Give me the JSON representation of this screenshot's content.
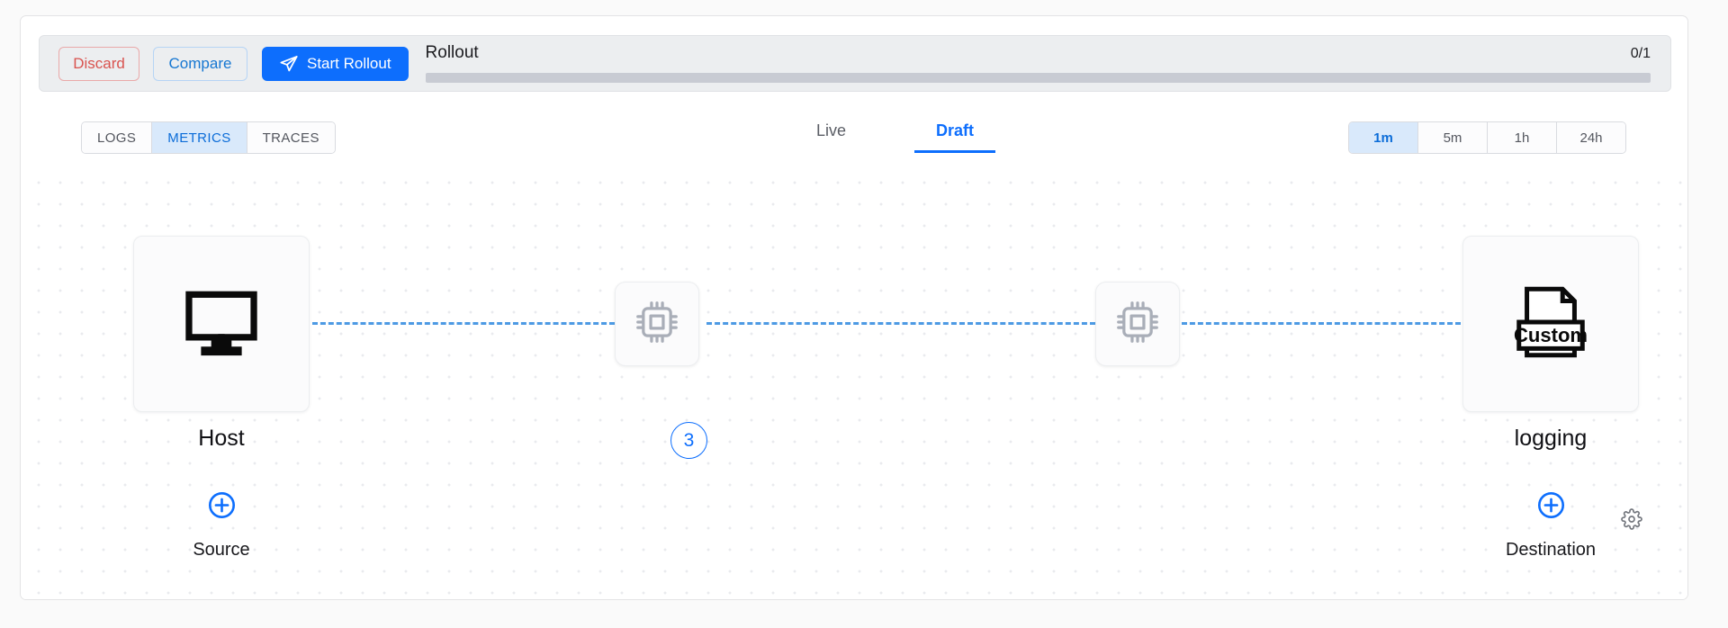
{
  "toolbar": {
    "discard_label": "Discard",
    "compare_label": "Compare",
    "start_rollout_label": "Start Rollout",
    "start_rollout_icon": "send-icon",
    "rollout_title": "Rollout",
    "rollout_count": "0/1",
    "rollout_progress_percent": 0
  },
  "signal_tabs": {
    "items": [
      {
        "label": "LOGS",
        "active": false
      },
      {
        "label": "METRICS",
        "active": true
      },
      {
        "label": "TRACES",
        "active": false
      }
    ]
  },
  "view_tabs": {
    "items": [
      {
        "label": "Live",
        "active": false
      },
      {
        "label": "Draft",
        "active": true
      }
    ]
  },
  "time_range": {
    "items": [
      {
        "label": "1m",
        "active": true
      },
      {
        "label": "5m",
        "active": false
      },
      {
        "label": "1h",
        "active": false
      },
      {
        "label": "24h",
        "active": false
      }
    ]
  },
  "pipeline": {
    "source_node": {
      "label": "Host",
      "icon": "monitor-icon"
    },
    "destination_node": {
      "label": "logging",
      "icon": "custom-file-icon",
      "icon_text": "Custom"
    },
    "processors": [
      {
        "icon": "cpu-icon",
        "badge": "3"
      },
      {
        "icon": "cpu-icon",
        "badge": null
      }
    ],
    "add_source": {
      "label": "Source",
      "icon": "plus-circle-icon"
    },
    "add_destination": {
      "label": "Destination",
      "icon": "plus-circle-icon"
    },
    "settings_icon": "gear-icon"
  },
  "colors": {
    "accent_blue": "#0d6efd",
    "danger_red": "#d9534f",
    "active_tab_bg": "#d9e9fb",
    "connector_blue": "#4d9ae4",
    "progress_track": "#c8cbd3",
    "toolbar_bg": "#eceef0"
  }
}
